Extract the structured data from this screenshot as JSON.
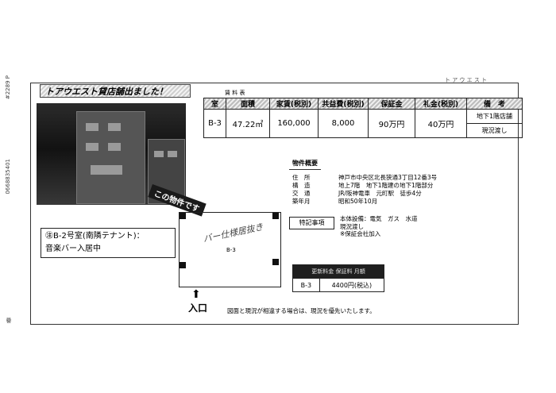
{
  "header": {
    "title": "トアウエスト貸店舗出ました！",
    "top_right_text": "ト ア ウ エ ス ト",
    "left_edge_text": "#2289 P",
    "left_edge_number": "0668835401",
    "left_edge_small": "番"
  },
  "rent_table": {
    "caption": "賃 料 表",
    "headers": [
      "室",
      "面積",
      "家賃(税別)",
      "共益費(税別)",
      "保証金",
      "礼金(税別)",
      "備　考"
    ],
    "row": {
      "room": "B-3",
      "area": "47.22㎡",
      "rent": "160,000",
      "common_fee": "8,000",
      "deposit": "90万円",
      "key_money": "40万円"
    },
    "notes": [
      "地下1階店舗",
      "現況渡し"
    ]
  },
  "overview": {
    "title": "物件概要",
    "rows": [
      {
        "label": "住　所",
        "value": "神戸市中央区北長狭通3丁目12番3号"
      },
      {
        "label": "構　造",
        "value": "地上7階　地下1階建の地下1階部分"
      },
      {
        "label": "交　通",
        "value": "JR/阪神電車　元町駅　徒歩4分"
      },
      {
        "label": "築年月",
        "value": "昭和50年10月"
      }
    ]
  },
  "special": {
    "label": "特記事項",
    "items": [
      "本体設備：電気　ガス　水道",
      "現況渡し",
      "※保証会社加入"
    ]
  },
  "photo_label": "この物件です",
  "tenant_note": {
    "line1": "㊟B-2号室(南隣テナント)：",
    "line2": "音楽バー入居中"
  },
  "floor_plan": {
    "handwriting": "バー仕様居抜き",
    "room_label": "B-3",
    "arrow": "⬆",
    "entrance": "入口"
  },
  "extra_table": {
    "header": "更新料金 保証料 月額",
    "room": "B-3",
    "value": "4400円(税込)"
  },
  "footer_note": "図面と現況が相違する場合は、現況を優先いたします。"
}
